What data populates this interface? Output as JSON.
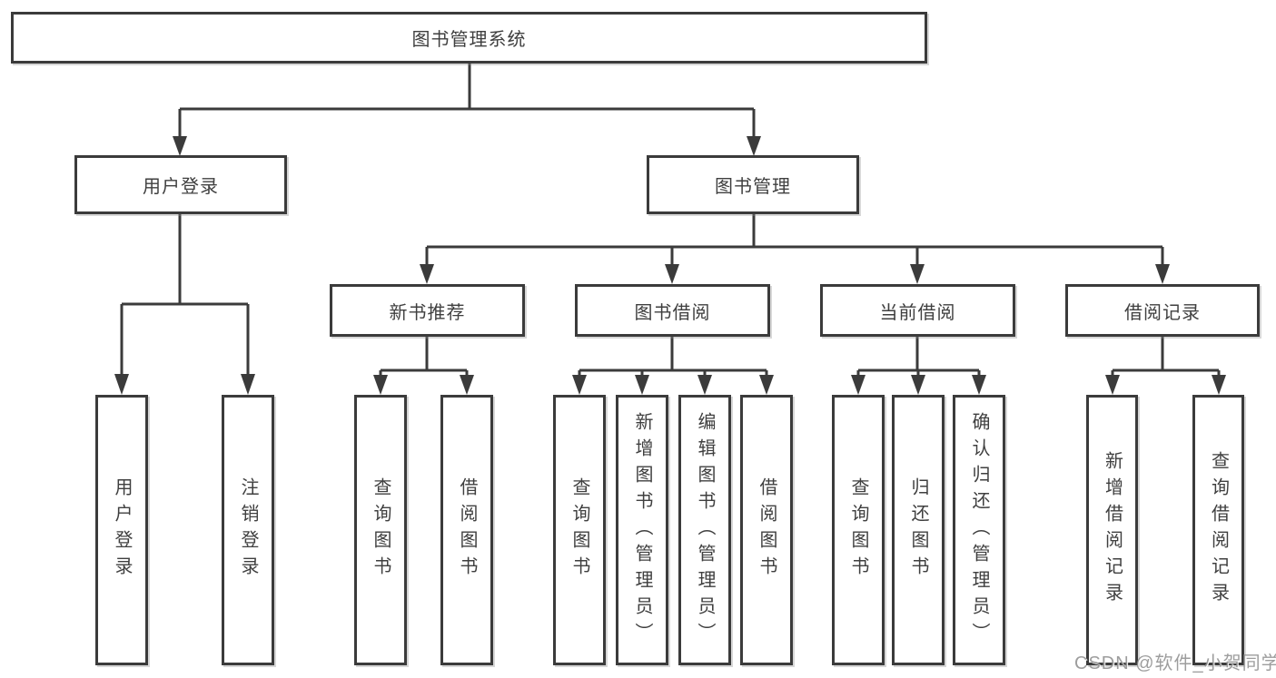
{
  "page": {
    "background_color": "#ffffff",
    "line_color": "#3b3b3b",
    "text_color": "#3f3f3f"
  },
  "diagram": {
    "root": {
      "label": "图书管理系统"
    },
    "level2": [
      {
        "label": "用户登录"
      },
      {
        "label": "图书管理"
      }
    ],
    "level3": [
      {
        "label": "新书推荐"
      },
      {
        "label": "图书借阅"
      },
      {
        "label": "当前借阅"
      },
      {
        "label": "借阅记录"
      }
    ],
    "leaves": {
      "user_login": [
        "用户登录",
        "注销登录"
      ],
      "new_book_recommend": [
        "查询图书",
        "借阅图书"
      ],
      "book_borrowing": [
        "查询图书",
        "新增图书（管理员）",
        "编辑图书（管理员）",
        "借阅图书"
      ],
      "current_borrowing": [
        "查询图书",
        "归还图书",
        "确认归还（管理员）"
      ],
      "borrow_records": [
        "新增借阅记录",
        "查询借阅记录"
      ]
    },
    "icons": {
      "arrowhead": "arrow-down-triangle"
    }
  },
  "watermark": {
    "text": "CSDN @软件_小贺同学",
    "color": "#8c8c8c"
  }
}
